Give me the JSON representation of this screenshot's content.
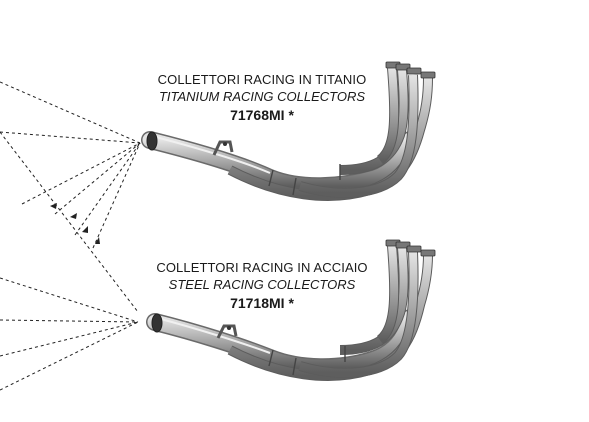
{
  "products": [
    {
      "name_it": "COLLETTORI RACING IN TITANIO",
      "name_en": "TITANIUM RACING COLLECTORS",
      "code": "71768MI *"
    },
    {
      "name_it": "COLLETTORI RACING IN ACCIAIO",
      "name_en": "STEEL RACING COLLECTORS",
      "code": "71718MI *"
    }
  ]
}
